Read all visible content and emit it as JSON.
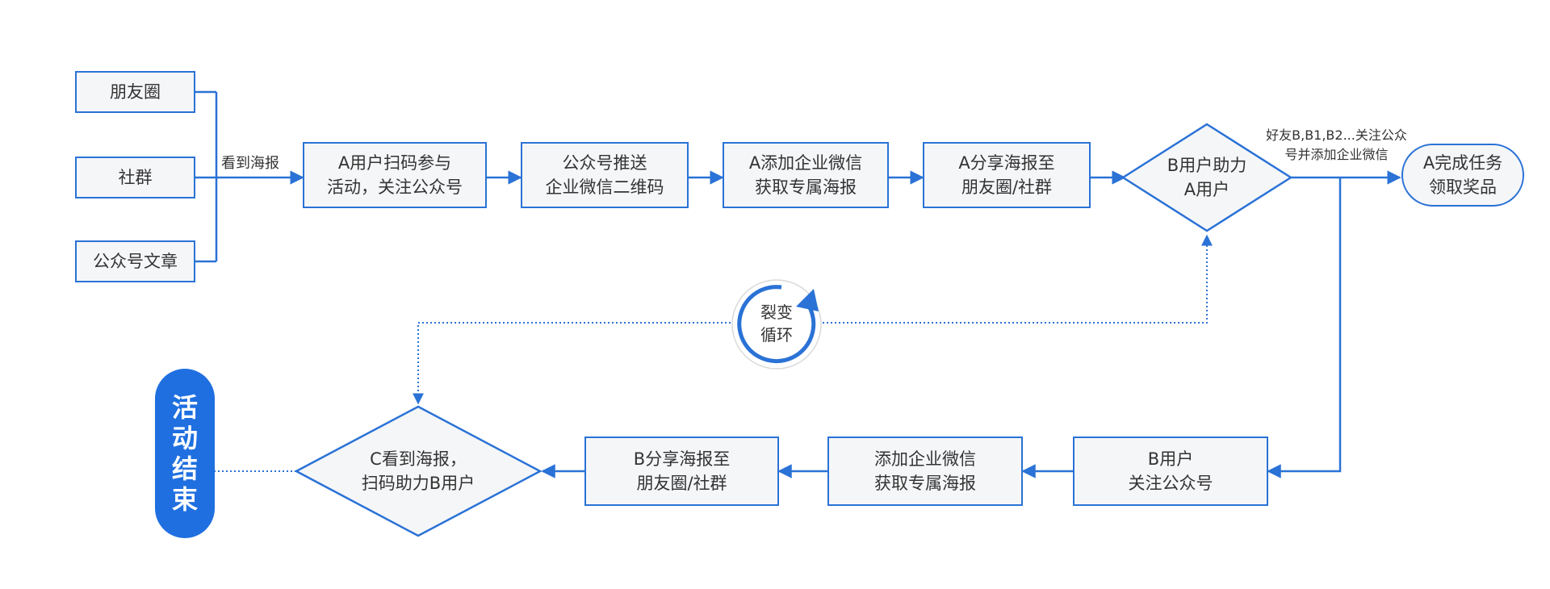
{
  "colors": {
    "accent": "#2a72d6",
    "node_fill": "#f5f6f8",
    "end_fill": "#1f6fe0"
  },
  "sources": [
    "朋友圈",
    "社群",
    "公众号文章"
  ],
  "edge_see_poster": "看到海报",
  "top_flow": [
    "A用户扫码参与\n活动，关注公众号",
    "公众号推送\n企业微信二维码",
    "A添加企业微信\n获取专属海报",
    "A分享海报至\n朋友圈/社群"
  ],
  "decision_b": "B用户助力\nA用户",
  "edge_friends": "好友B,B1,B2...关注公众\n号并添加企业微信",
  "finish": "A完成任务\n领取奖品",
  "bottom_flow": [
    "B用户\n关注公众号",
    "添加企业微信\n获取专属海报",
    "B分享海报至\n朋友圈/社群"
  ],
  "decision_c": "C看到海报，\n扫码助力B用户",
  "loop_label": "裂变\n循环",
  "end_label": "活动结束"
}
